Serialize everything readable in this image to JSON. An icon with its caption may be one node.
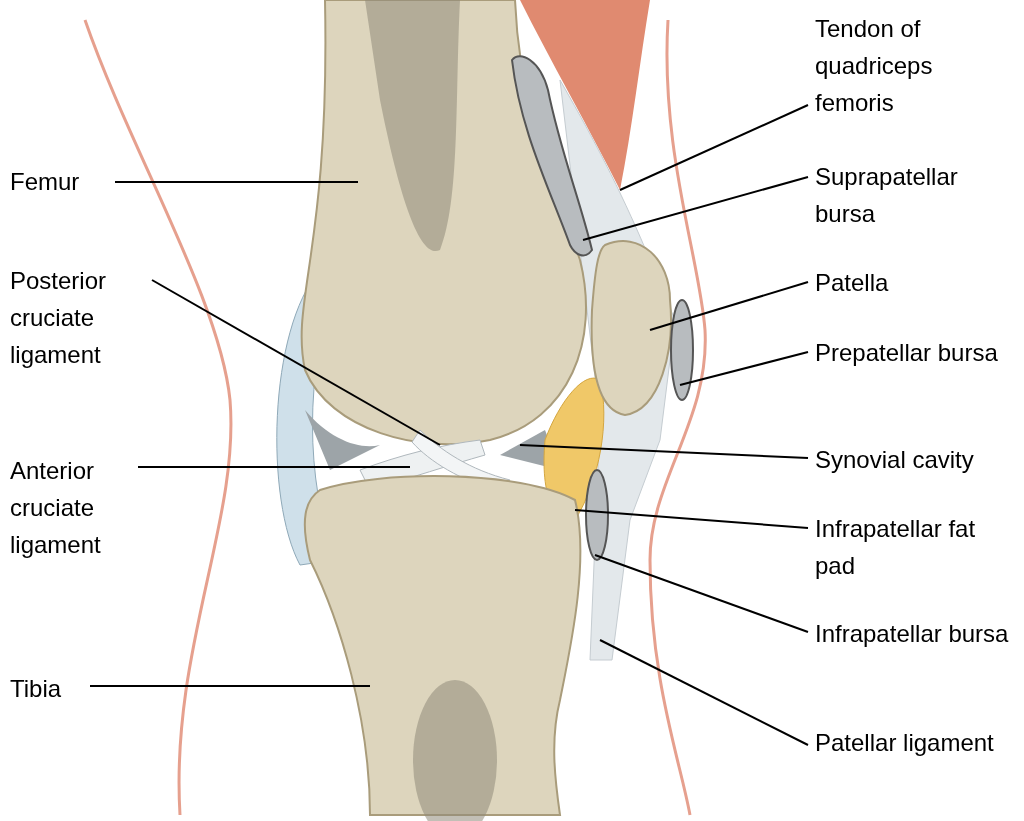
{
  "diagram": {
    "nodes": [
      {
        "text": [
          "Femur"
        ]
      },
      {
        "text": [
          "Posterior cruciate ligament"
        ]
      },
      {
        "text": [
          "Anterior cruciate ligament"
        ]
      },
      {
        "text": [
          "Tibia"
        ]
      },
      {
        "text": [
          "Tendon of quadriceps femoris"
        ]
      },
      {
        "text": [
          "Suprapatellar bursa"
        ]
      },
      {
        "text": [
          "Patella"
        ]
      },
      {
        "text": [
          "Prepatellar bursa"
        ]
      },
      {
        "text": [
          "Synovial cavity"
        ]
      },
      {
        "text": [
          "Infrapatellar fat pad"
        ]
      },
      {
        "text": [
          "Infrapatellar bursa"
        ]
      },
      {
        "text": [
          "Patellar ligament"
        ]
      }
    ],
    "edges": [
      {
        "from": 0,
        "to": null,
        "arrow": "none"
      },
      {
        "from": 1,
        "to": null,
        "arrow": "none"
      },
      {
        "from": 2,
        "to": null,
        "arrow": "none"
      },
      {
        "from": 3,
        "to": null,
        "arrow": "none"
      },
      {
        "from": 4,
        "to": null,
        "arrow": "none"
      },
      {
        "from": 5,
        "to": null,
        "arrow": "none"
      },
      {
        "from": 6,
        "to": null,
        "arrow": "none"
      },
      {
        "from": 7,
        "to": null,
        "arrow": "none"
      },
      {
        "from": 8,
        "to": null,
        "arrow": "none"
      },
      {
        "from": 9,
        "to": null,
        "arrow": "none"
      },
      {
        "from": 10,
        "to": null,
        "arrow": "none"
      },
      {
        "from": 11,
        "to": null,
        "arrow": "none"
      }
    ]
  }
}
